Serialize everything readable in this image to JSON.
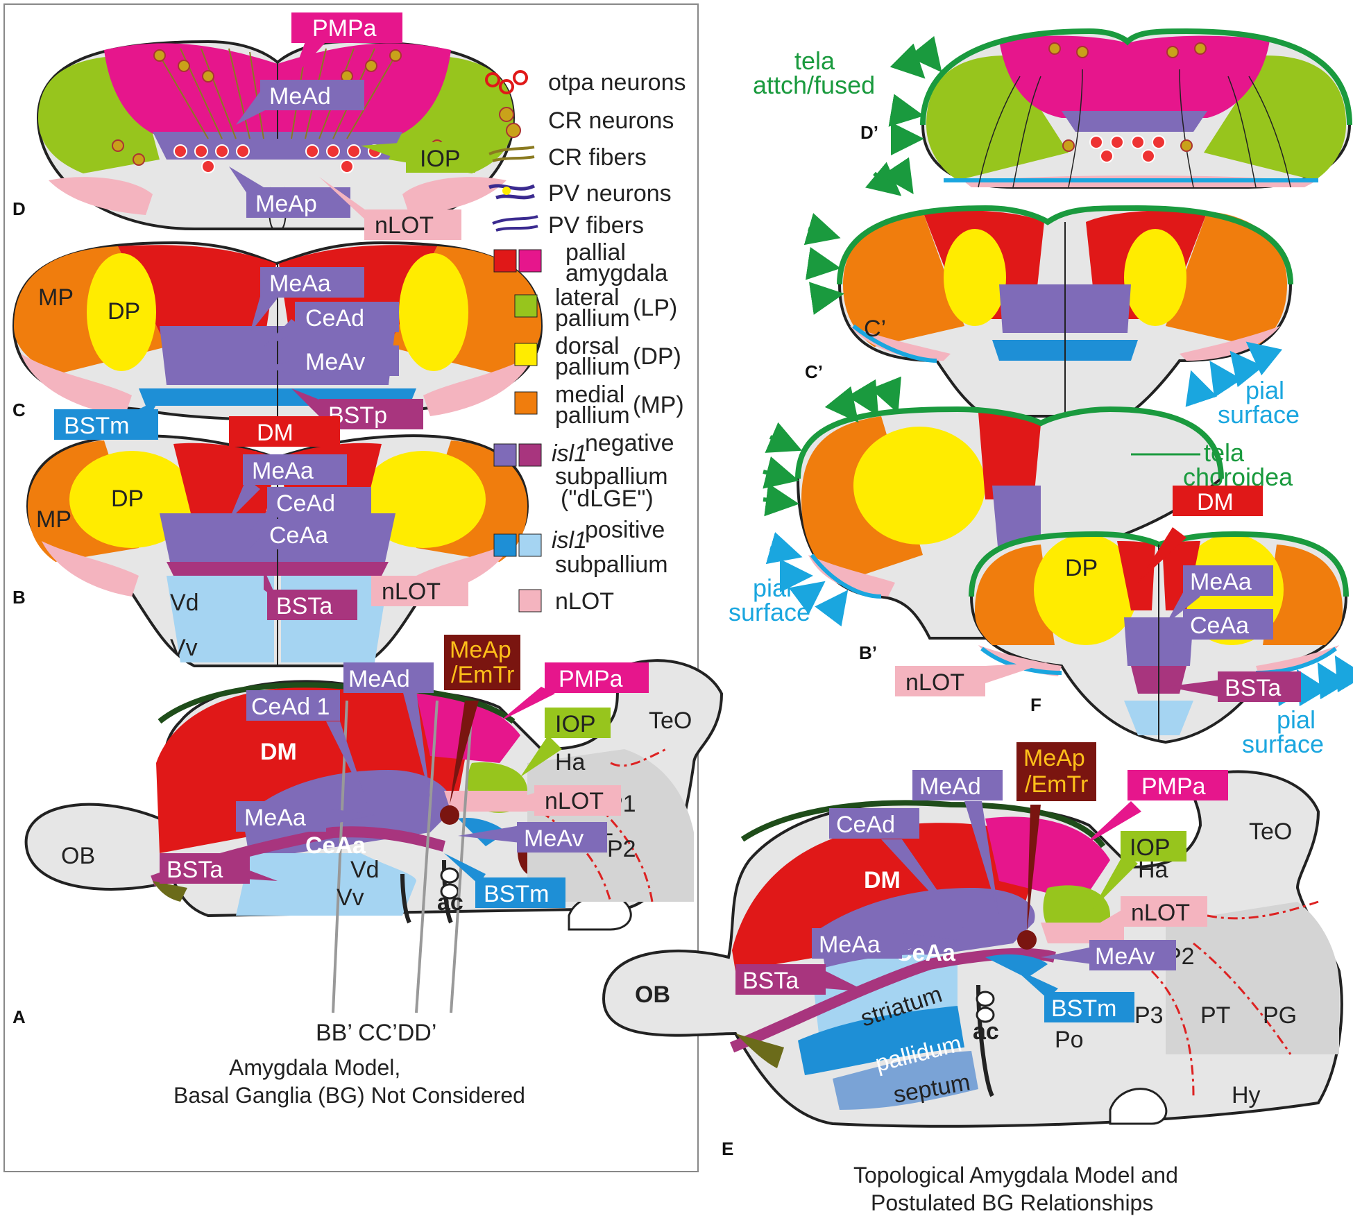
{
  "colors": {
    "pallial_red": "#e01818",
    "pallial_magenta": "#e6168c",
    "lateral_pallium": "#97c51d",
    "dorsal_pallium": "#ffec00",
    "medial_pallium": "#f07d0d",
    "isl1_neg_purple": "#7f6bb8",
    "isl1_neg_magenta": "#a8357e",
    "isl1_pos_blue": "#1e8fd6",
    "isl1_pos_light": "#a5d4f2",
    "nlot_pink": "#f4b4bf",
    "background_gray": "#e6e6e6",
    "tela_green": "#1a9a3e",
    "pial_blue": "#1aa6df",
    "emtr_brown": "#7a1510"
  },
  "legend": {
    "otpa_neurons": "otpa neurons",
    "cr_neurons": "CR neurons",
    "cr_fibers": "CR fibers",
    "pv_neurons": "PV neurons",
    "pv_fibers": "PV fibers",
    "pallial_amygdala_1": "pallial",
    "pallial_amygdala_2": "amygdala",
    "lateral_1": "lateral",
    "lateral_2": "pallium",
    "lateral_abbr": "(LP)",
    "dorsal_1": "dorsal",
    "dorsal_2": "pallium",
    "dorsal_abbr": "(DP)",
    "medial_1": "medial",
    "medial_2": "pallium",
    "medial_abbr": "(MP)",
    "isl1neg_gene": "isl1",
    "isl1neg_sup": "negative",
    "isl1neg_2": "subpallium",
    "isl1neg_3": "(\"dLGE\")",
    "isl1pos_gene": "isl1",
    "isl1pos_sup": "positive",
    "isl1pos_2": "subpallium",
    "nlot": "nLOT"
  },
  "panels": {
    "A": "A",
    "B": "B",
    "C": "C",
    "D": "D",
    "E": "E",
    "F": "F",
    "Bp": "B’",
    "Cp": "C’",
    "Dp": "D’"
  },
  "labels": {
    "PMPa": "PMPa",
    "MeAd": "MeAd",
    "IOP": "IOP",
    "MeAp": "MeAp",
    "nLOT": "nLOT",
    "MP": "MP",
    "DP": "DP",
    "MeAa": "MeAa",
    "CeAd": "CeAd",
    "MeAv": "MeAv",
    "BSTm": "BSTm",
    "BSTp": "BSTp",
    "DM": "DM",
    "CeAa": "CeAa",
    "BSTa": "BSTa",
    "Vd": "Vd",
    "Vv": "Vv",
    "MeAp_EmTr_1": "MeAp",
    "MeAp_EmTr_2": "/EmTr",
    "CeAd1": "CeAd 1",
    "TeO": "TeO",
    "Ha": "Ha",
    "P1": "P1",
    "P2": "P2",
    "P3": "P3",
    "PT": "PT",
    "Po": "Po",
    "ac": "ac",
    "OB": "OB",
    "PG": "PG",
    "Hy": "Hy",
    "striatum": "striatum",
    "pallidum": "pallidum",
    "septum": "septum",
    "section_lines": "BB’ CC’DD’",
    "tela_attch_1": "tela",
    "tela_attch_2": "attch/fused",
    "pial_1": "pial",
    "pial_2": "surface",
    "tela_choroidea_1": "tela",
    "tela_choroidea_2": "choroidea"
  },
  "captions": {
    "left_1": "Amygdala Model,",
    "left_2": "Basal Ganglia (BG) Not Considered",
    "right_1": "Topological Amygdala Model and",
    "right_2": "Postulated BG Relationships"
  }
}
